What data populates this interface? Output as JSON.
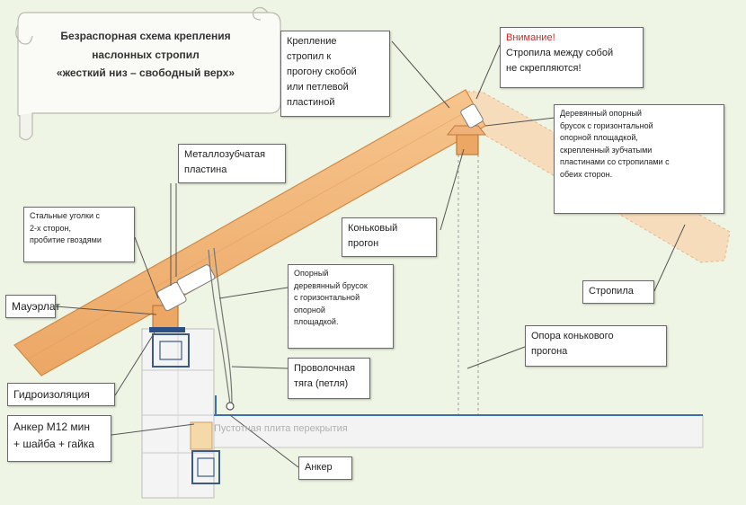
{
  "title": {
    "lines": [
      "Безраспорная схема крепления",
      "наслонных стропил",
      "«жесткий низ – свободный верх»"
    ]
  },
  "callouts": {
    "fastening": [
      "Крепление",
      "стропил к",
      "прогону скобой",
      "или петлевой",
      "пластиной"
    ],
    "warning": {
      "title": "Внимание!",
      "lines": [
        "Стропила между собой",
        "не скрепляются!"
      ]
    },
    "ridge_block": [
      "Деревянный опорный",
      "брусок с горизонтальной",
      "опорной площадкой,",
      "скрепленный зубчатыми",
      "пластинами со стропилами с",
      "обеих сторон."
    ],
    "metal_plate": [
      "Металлозубчатая",
      "пластина"
    ],
    "steel_angles": [
      "Стальные уголки с",
      "2-х сторон,",
      "пробитие гвоздями"
    ],
    "ridge_purlin": [
      "Коньковый",
      "прогон"
    ],
    "rafters": [
      "Стропила"
    ],
    "mauerlat": [
      "Мауэрлат"
    ],
    "support_block": [
      "Опорный",
      "деревянный брусок",
      "с горизонтальной",
      "опорной",
      "площадкой."
    ],
    "ridge_support": [
      "Опора конькового",
      "прогона"
    ],
    "wire_tie": [
      "Проволочная",
      "тяга (петля)"
    ],
    "waterproofing": [
      "Гидроизоляция"
    ],
    "anchor_m12": [
      "Анкер  М12 мин",
      "+ шайба + гайка"
    ],
    "anchor": [
      "Анкер"
    ]
  },
  "slab_label": "Пустотная плита перекрытия",
  "colors": {
    "background": "#eef5e4",
    "rafter_fill": "#f2b77a",
    "rafter_stroke": "#d08a48",
    "rafter_ghost": "#f7dcbc",
    "warning_text": "#e02020",
    "slab_line": "#3a6fb0"
  }
}
